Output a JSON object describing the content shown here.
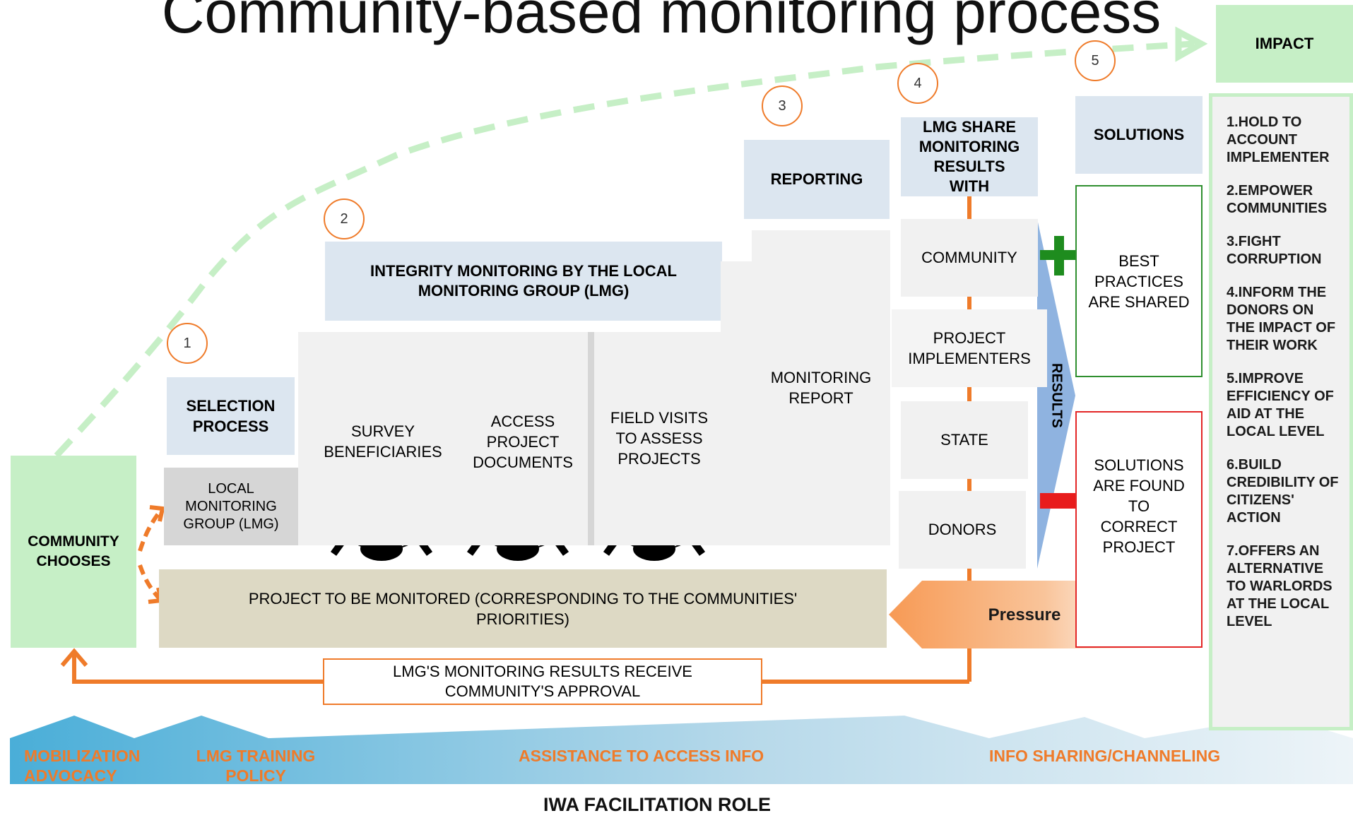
{
  "title": "Community-based monitoring process",
  "steps": [
    "1",
    "2",
    "3",
    "4",
    "5"
  ],
  "impact_header": "IMPACT",
  "community_chooses": "COMMUNITY CHOOSES",
  "selection_process": "SELECTION PROCESS",
  "lmg": "LOCAL MONITORING GROUP (LMG)",
  "integrity_monitoring": "INTEGRITY MONITORING BY THE LOCAL MONITORING GROUP (LMG)",
  "survey": "SURVEY BENEFICIARIES",
  "access_docs": "ACCESS PROJECT DOCUMENTS",
  "field_visits": "FIELD VISITS TO ASSESS PROJECTS",
  "reporting": "REPORTING",
  "monitoring_report": "MONITORING REPORT",
  "lmg_share": "LMG SHARE MONITORING RESULTS WITH",
  "share_targets": {
    "community": "COMMUNITY",
    "implementers": "PROJECT IMPLEMENTERS",
    "state": "STATE",
    "donors": "DONORS"
  },
  "results": "RESULTS",
  "solutions": "SOLUTIONS",
  "best_practices": "BEST PRACTICES ARE SHARED",
  "solutions_found": "SOLUTIONS ARE FOUND TO CORRECT PROJECT",
  "project_monitored": "PROJECT TO BE MONITORED (CORRESPONDING TO THE COMMUNITIES' PRIORITIES)",
  "pressure": "Pressure",
  "approval": "LMG'S MONITORING RESULTS RECEIVE COMMUNITY'S APPROVAL",
  "impact_items": [
    "1.HOLD TO ACCOUNT IMPLEMENTER",
    "2.EMPOWER COMMUNITIES",
    "3.FIGHT CORRUPTION",
    "4.INFORM THE DONORS ON THE IMPACT OF THEIR WORK",
    "5.IMPROVE EFFICIENCY OF AID AT THE LOCAL LEVEL",
    "6.BUILD CREDIBILITY OF CITIZENS' ACTION",
    "7.OFFERS AN ALTERNATIVE TO WARLORDS AT THE LOCAL LEVEL"
  ],
  "facilitation": {
    "mobilization": "MOBILIZATION ADVOCACY",
    "lmg_training": "LMG TRAINING POLICY",
    "assistance": "ASSISTANCE TO ACCESS INFO",
    "info_sharing": "INFO SHARING/CHANNELING",
    "role": "IWA FACILITATION ROLE"
  },
  "colors": {
    "orange": "#ef7b2a",
    "light_green": "#c6efc6",
    "light_blue": "#dce6f0",
    "mid_blue": "#8fb3e0",
    "plus_green": "#1e8c1e",
    "minus_red": "#e81c1c"
  }
}
